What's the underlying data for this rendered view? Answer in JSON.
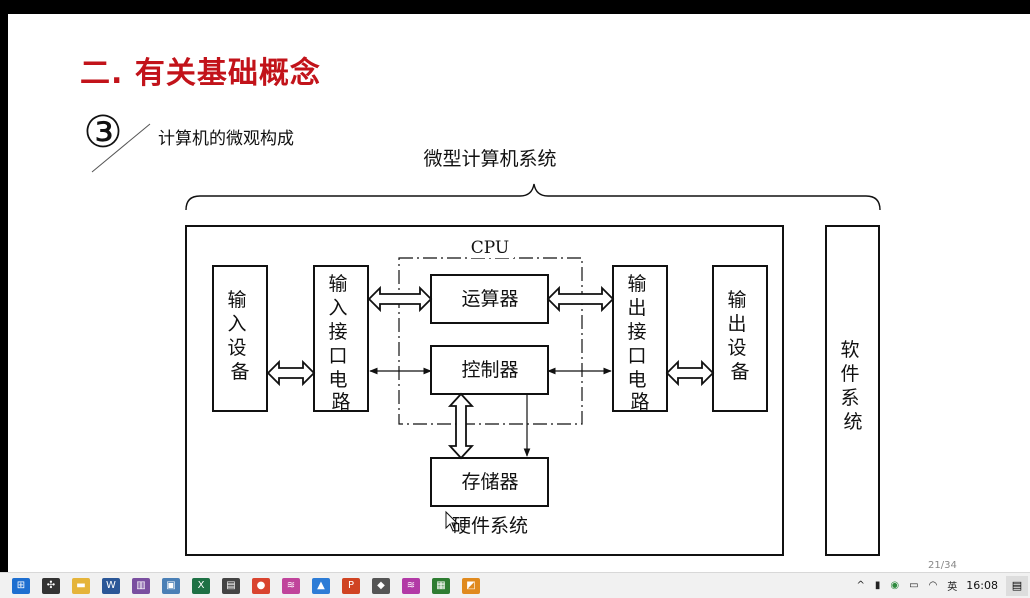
{
  "slide": {
    "title": "二. 有关基础概念",
    "section_marker": "③",
    "subtitle": "计算机的微观构成",
    "page_number": "21/34"
  },
  "diagram": {
    "system_label": "微型计算机系统",
    "cpu_label": "CPU",
    "input_device": "输入设备",
    "input_interface": "输入接口电路",
    "alu": "运算器",
    "controller": "控制器",
    "memory": "存储器",
    "output_interface": "输出接口电路",
    "output_device": "输出设备",
    "hardware_label": "硬件系统",
    "software_label": "软件系统"
  },
  "taskbar": {
    "apps": [
      {
        "icon": "windows-start-icon",
        "glyph": "⊞",
        "color": "#1e6fd0"
      },
      {
        "icon": "task-view-icon",
        "glyph": "✣",
        "color": "#333333"
      },
      {
        "icon": "file-explorer-icon",
        "glyph": "▬",
        "color": "#e5b43a"
      },
      {
        "icon": "word-icon",
        "glyph": "W",
        "color": "#2b5797"
      },
      {
        "icon": "library-icon",
        "glyph": "▥",
        "color": "#7a4fa0"
      },
      {
        "icon": "window-app-icon",
        "glyph": "▣",
        "color": "#4a7fb5"
      },
      {
        "icon": "excel-icon",
        "glyph": "X",
        "color": "#1e7145"
      },
      {
        "icon": "book-app-icon",
        "glyph": "▤",
        "color": "#444444"
      },
      {
        "icon": "chrome-icon",
        "glyph": "●",
        "color": "#d9442f"
      },
      {
        "icon": "stream-app-icon",
        "glyph": "≋",
        "color": "#c0449b"
      },
      {
        "icon": "photos-app-icon",
        "glyph": "▲",
        "color": "#2d7cd6"
      },
      {
        "icon": "powerpoint-icon",
        "glyph": "P",
        "color": "#d04423"
      },
      {
        "icon": "tool-app-icon",
        "glyph": "◆",
        "color": "#555555"
      },
      {
        "icon": "media-app-icon",
        "glyph": "≋",
        "color": "#b23aa6"
      },
      {
        "icon": "notes-app-icon",
        "glyph": "▦",
        "color": "#2e7d32"
      },
      {
        "icon": "gallery-app-icon",
        "glyph": "◩",
        "color": "#e08a1e"
      }
    ],
    "tray": {
      "chevron": "^",
      "language": "英",
      "time": "16:08"
    }
  }
}
